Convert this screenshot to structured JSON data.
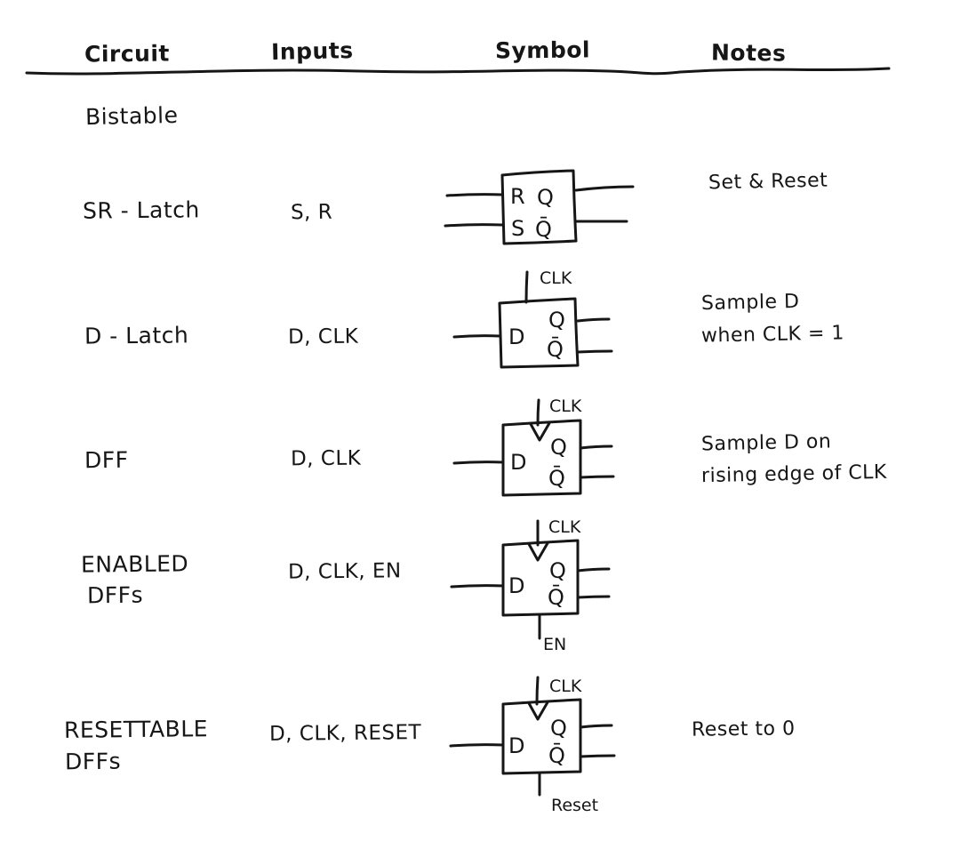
{
  "ink_color": "#161616",
  "background_color": "#ffffff",
  "header": {
    "columns": [
      "Circuit",
      "Inputs",
      "Symbol",
      "Notes"
    ]
  },
  "rows": [
    {
      "id": "bistable",
      "circuit_line1": "Bistable"
    },
    {
      "id": "sr-latch",
      "circuit_line1": "SR - Latch",
      "inputs": "S, R",
      "notes_line1": "Set & Reset",
      "symbol": {
        "left_top": "R",
        "left_bottom": "S",
        "out_top": "Q",
        "out_bottom": "Q̄"
      }
    },
    {
      "id": "d-latch",
      "circuit_line1": "D - Latch",
      "inputs": "D, CLK",
      "notes_line1": "Sample D",
      "notes_line2": "when CLK = 1",
      "symbol": {
        "clk": "CLK",
        "data_in": "D",
        "out_top": "Q",
        "out_bottom": "Q̄"
      }
    },
    {
      "id": "dff",
      "circuit_line1": "DFF",
      "inputs": "D, CLK",
      "notes_line1": "Sample D on",
      "notes_line2": "rising edge of CLK",
      "symbol": {
        "clk": "CLK",
        "data_in": "D",
        "out_top": "Q",
        "out_bottom": "Q̄"
      }
    },
    {
      "id": "enabled-dffs",
      "circuit_line1": "ENABLED",
      "circuit_line2": "DFFs",
      "inputs": "D, CLK, EN",
      "symbol": {
        "clk": "CLK",
        "data_in": "D",
        "out_top": "Q",
        "out_bottom": "Q̄",
        "bottom": "EN"
      }
    },
    {
      "id": "resettable-dffs",
      "circuit_line1": "RESETTABLE",
      "circuit_line2": "DFFs",
      "inputs": "D, CLK, RESET",
      "notes_line1": "Reset to 0",
      "symbol": {
        "clk": "CLK",
        "data_in": "D",
        "out_top": "Q",
        "out_bottom": "Q̄",
        "bottom": "Reset"
      }
    }
  ]
}
